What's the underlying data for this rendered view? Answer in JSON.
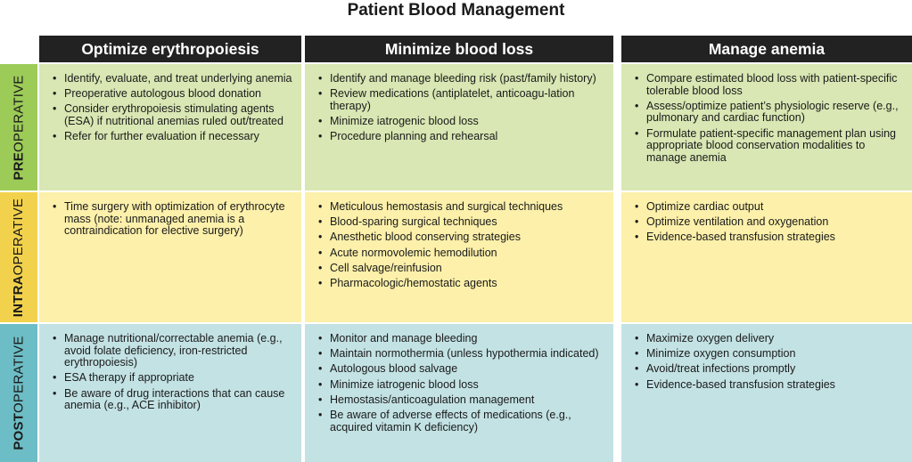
{
  "title": "Patient Blood Management",
  "columns": [
    {
      "label": "Optimize erythropoiesis"
    },
    {
      "label": "Minimize blood loss"
    },
    {
      "label": "Manage anemia"
    }
  ],
  "rows": [
    {
      "label_bold": "PRE",
      "label_rest": "OPERATIVE",
      "cells": [
        [
          "Identify, evaluate, and treat underlying anemia",
          "Preoperative autologous blood donation",
          "Consider erythropoiesis stimulating agents (ESA) if nutritional anemias ruled out/treated",
          "Refer for further evaluation if necessary"
        ],
        [
          "Identify and manage bleeding risk (past/family history)",
          "Review medications (antiplatelet, anticoagu-lation therapy)",
          "Minimize iatrogenic blood loss",
          "Procedure planning and rehearsal"
        ],
        [
          "Compare estimated blood loss with patient-specific tolerable blood loss",
          "Assess/optimize patient’s physiologic reserve (e.g., pulmonary and cardiac function)",
          "Formulate patient-specific management plan using appropriate blood conservation modalities to manage anemia"
        ]
      ]
    },
    {
      "label_bold": "INTRA",
      "label_rest": "OPERATIVE",
      "cells": [
        [
          "Time surgery with optimization of erythrocyte mass (note: unmanaged anemia is a contraindication for elective surgery)"
        ],
        [
          "Meticulous hemostasis and surgical techniques",
          "Blood-sparing surgical techniques",
          "Anesthetic blood conserving strategies",
          "Acute normovolemic hemodilution",
          "Cell salvage/reinfusion",
          "Pharmacologic/hemostatic agents"
        ],
        [
          "Optimize cardiac output",
          "Optimize ventilation and oxygenation",
          "Evidence-based transfusion strategies"
        ]
      ]
    },
    {
      "label_bold": "POST",
      "label_rest": "OPERATIVE",
      "cells": [
        [
          "Manage nutritional/correctable anemia (e.g., avoid folate deficiency, iron-restricted erythropoiesis)",
          "ESA therapy if appropriate",
          "Be aware of drug interactions that can cause anemia (e.g., ACE inhibitor)"
        ],
        [
          "Monitor and manage bleeding",
          "Maintain normothermia  (unless hypothermia indicated)",
          "Autologous blood salvage",
          "Minimize iatrogenic blood loss",
          "Hemostasis/anticoagulation management",
          "Be aware of adverse effects of medications (e.g., acquired vitamin K deficiency)"
        ],
        [
          "Maximize oxygen delivery",
          "Minimize oxygen consumption",
          "Avoid/treat infections promptly",
          "Evidence-based transfusion strategies"
        ]
      ]
    }
  ],
  "colors": {
    "header_bg": "#222222",
    "pre_label": "#9ccb58",
    "pre_cell": "#d8e7b3",
    "intra_label": "#f2d24c",
    "intra_cell": "#fcf0aa",
    "post_label": "#6cbdc5",
    "post_cell": "#c3e2e4"
  }
}
